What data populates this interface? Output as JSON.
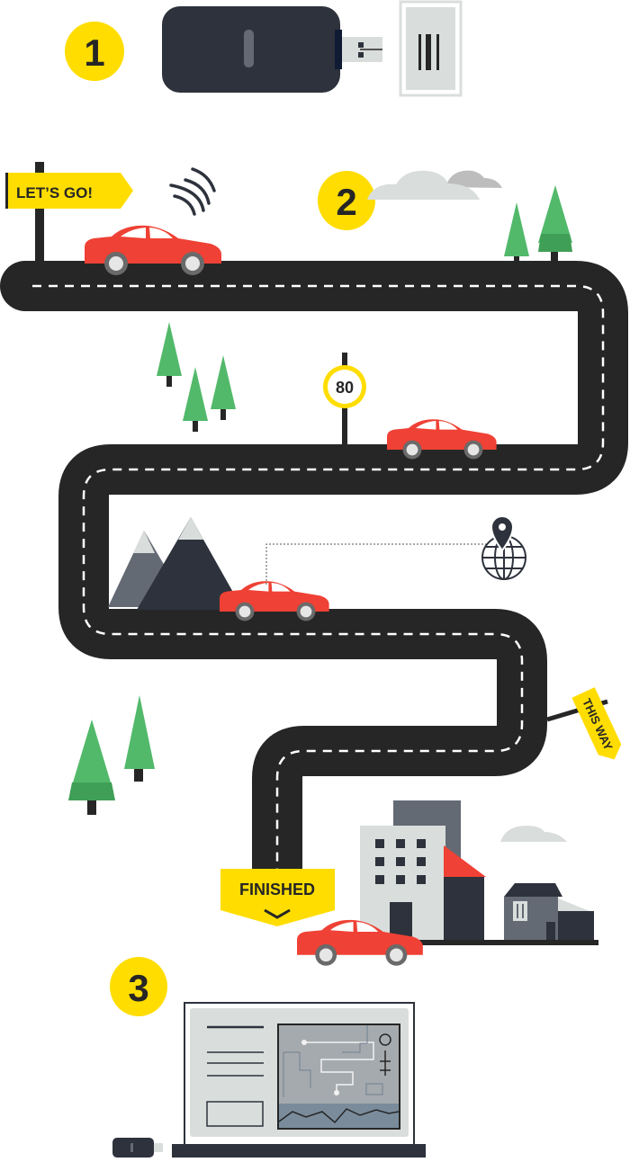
{
  "steps": {
    "one": "1",
    "two": "2",
    "three": "3"
  },
  "signs": {
    "start": "LET’S GO!",
    "speed_limit": "80",
    "direction": "THIS WAY",
    "finish": "FINISHED"
  },
  "colors": {
    "accent_yellow": "#FFDD00",
    "road": "#262626",
    "car_red": "#EF4135",
    "tree_green": "#52B96A",
    "dark_slate": "#2D323C"
  }
}
